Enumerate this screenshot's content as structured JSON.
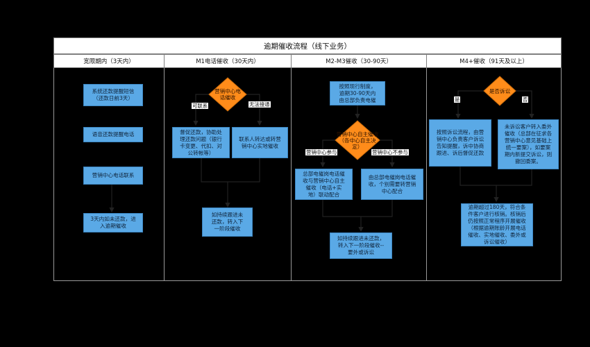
{
  "title": "逾期催收流程（线下业务）",
  "lanes": [
    "宽限期内（3天内）",
    "M1电话催收（30天内）",
    "M2-M3催收（30-90天）",
    "M4+催收（91天及以上）"
  ],
  "lane1": {
    "box1": "系统还款提醒短信\n（还款日前3天）",
    "box2": "语音还款提醒电话",
    "box3": "营销中心电话联系",
    "box4": "3天内如未还款，进\n入逾期催收"
  },
  "lane2": {
    "decision": "营销中心电\n话催收",
    "yes_label": "可联系",
    "no_label": "无法接通",
    "box_left": "督促还款，协助处\n理还款问题（银行\n卡变更、代扣、对\n公转帐等）",
    "box_right": "联系人转达或转营\n销中心实地催收",
    "box_bottom": "如持续跟进未\n还款，转入下\n一阶段催收"
  },
  "lane3": {
    "box_top": "按照现行制度，\n逾期30-90天内\n由总部负责电催",
    "decision": "营销中心自主催收\n（各中心自主决\n定）",
    "yes_label": "营销中心参与",
    "no_label": "营销中心不参与",
    "box_left": "总部电催岗电话催\n收与营销中心自主\n催收（电话+实\n地）联动配合",
    "box_right": "由总部电催岗电话催\n收，个别需要转营销\n中心配合",
    "box_bottom": "如持续跟进未还款，\n转入下一阶段催收--\n要外或诉讼"
  },
  "lane4": {
    "decision": "是否诉讼",
    "yes_label": "是",
    "no_label": "否",
    "box_left": "按照诉讼流程，由营\n销中心负责客户诉讼\n告知提醒，诉中协商\n跟进、诉后督促还款",
    "box_right": "未诉讼客户转入委外\n催收（总部在征求各\n营销中心意见基础上\n统一要案），如要案\n期内新提交诉讼，则\n撤回委案。",
    "box_bottom": "逾期超过180天，符合条\n件客户进行核销。核销后\n仍按照正常程序开展催收\n（根据逾期账龄开展电话\n催收、实地催收、委外或\n诉讼催收）"
  },
  "colors": {
    "box_fill": "#5aa9e6",
    "decision_fill": "#ff8c1a",
    "background": "#000000"
  }
}
